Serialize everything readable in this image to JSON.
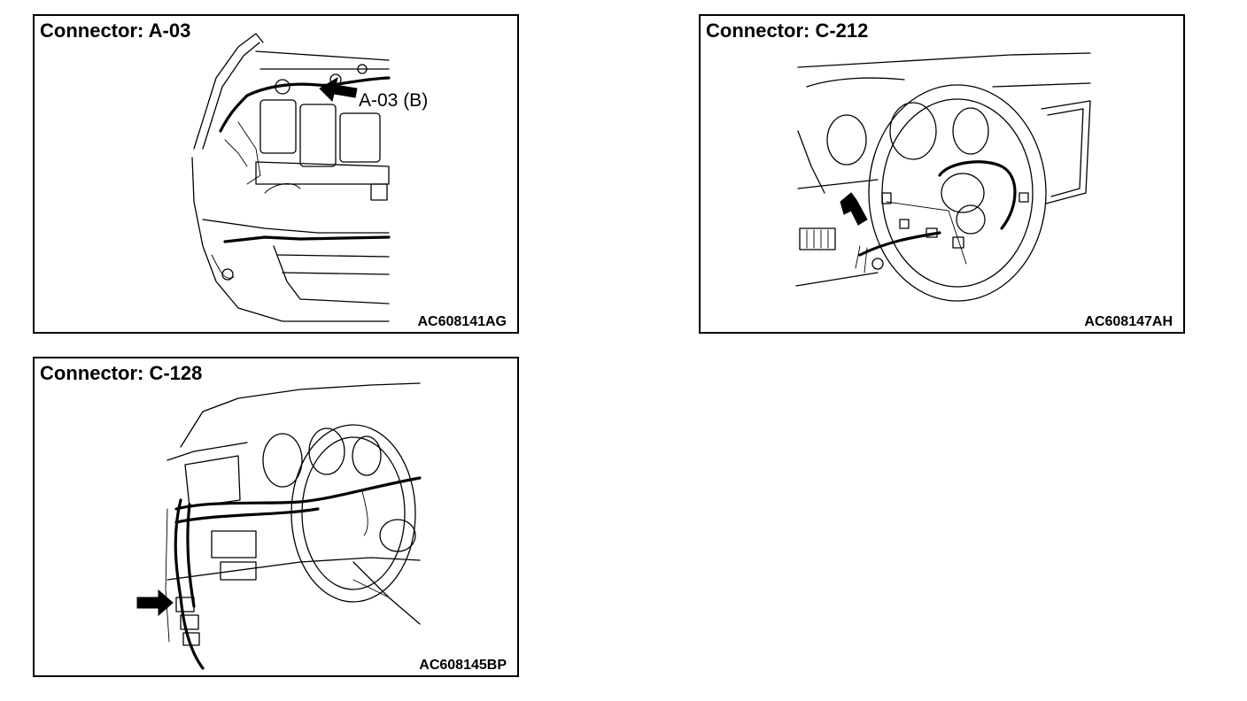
{
  "panels": [
    {
      "title": "Connector: A-03",
      "callout": "A-03 (B)",
      "code": "AC608141AG",
      "icon": "engine-compartment-illustration"
    },
    {
      "title": "Connector: C-212",
      "code": "AC608147AH",
      "icon": "steering-wheel-illustration"
    },
    {
      "title": "Connector: C-128",
      "code": "AC608145BP",
      "icon": "dashboard-harness-illustration"
    }
  ]
}
